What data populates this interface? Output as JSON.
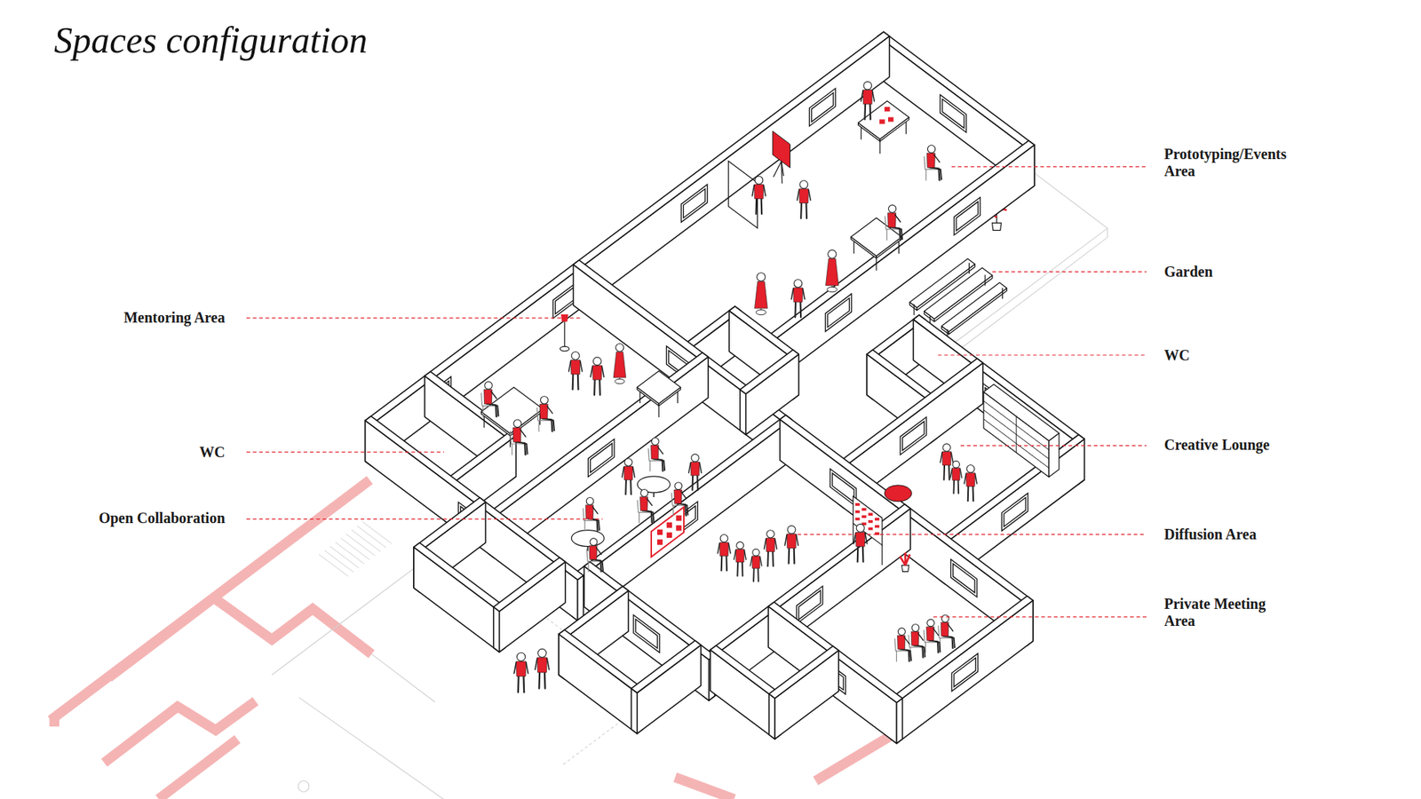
{
  "diagram": {
    "title": "Spaces configuration",
    "labels": [
      "Prototyping/Events Area",
      "Mentoring Area",
      "Garden",
      "WC",
      "WC",
      "Creative Lounge",
      "Open Collaboration",
      "Diffusion Area",
      "Private Meeting Area"
    ]
  }
}
